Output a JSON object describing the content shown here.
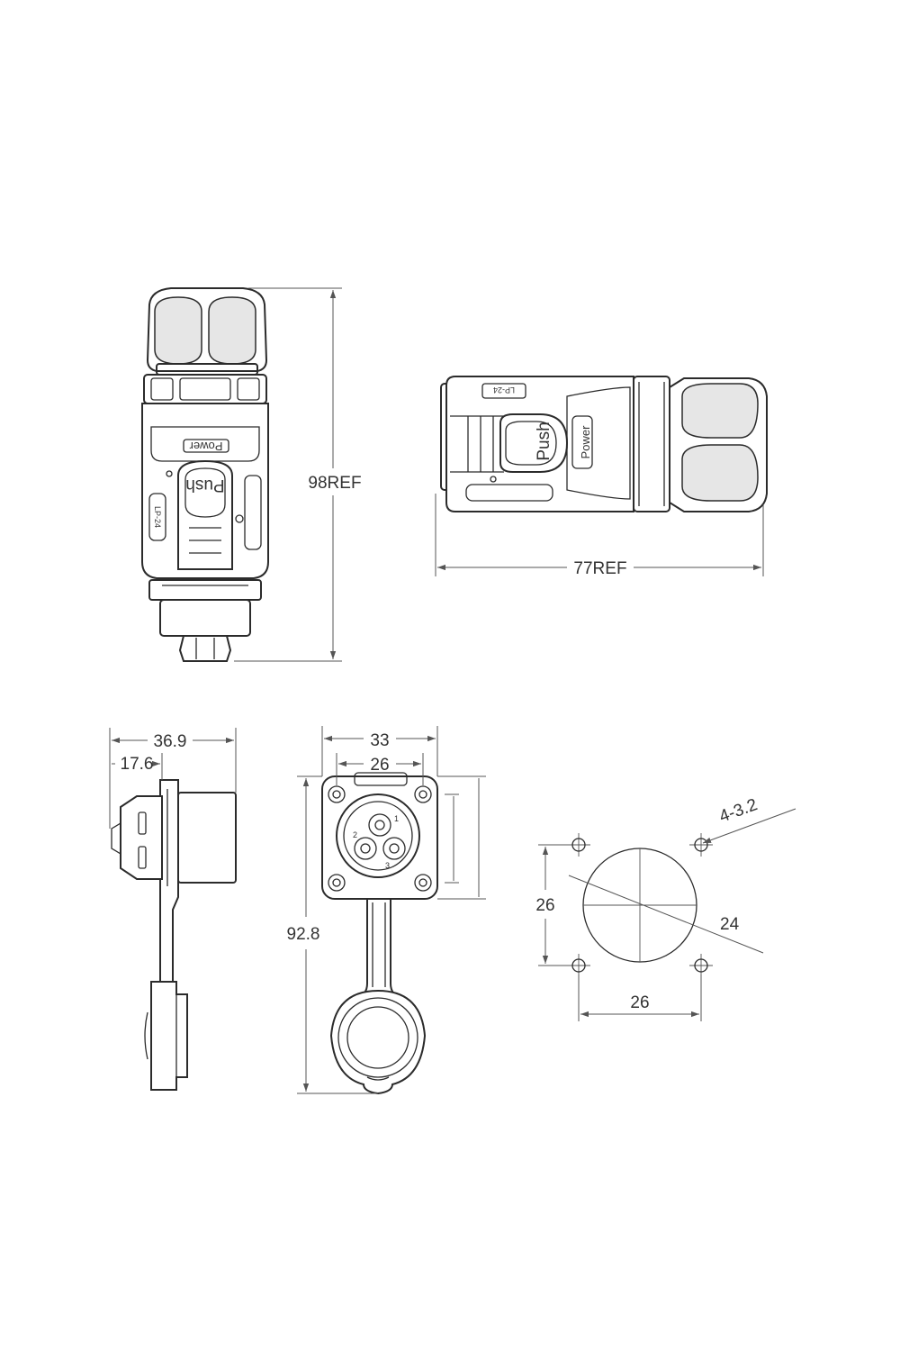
{
  "views": {
    "front_plug": {
      "height_label": "98REF",
      "power_label": "Power",
      "push_label": "Push",
      "model_label": "LP-24"
    },
    "side_plug": {
      "length_label": "77REF",
      "power_label": "Power",
      "push_label": "Push",
      "model_label": "LP-24"
    },
    "side_socket": {
      "depth_label": "36.9",
      "flange_label": "17.6"
    },
    "front_socket": {
      "width_label": "33",
      "hole_spacing_label": "26",
      "height_label": "92.8",
      "pin_labels": [
        "1",
        "2",
        "3"
      ]
    },
    "panel_cutout": {
      "holes_label": "4-3.2",
      "diameter_label": "24",
      "vertical_spacing_label": "26",
      "horizontal_spacing_label": "26"
    }
  }
}
